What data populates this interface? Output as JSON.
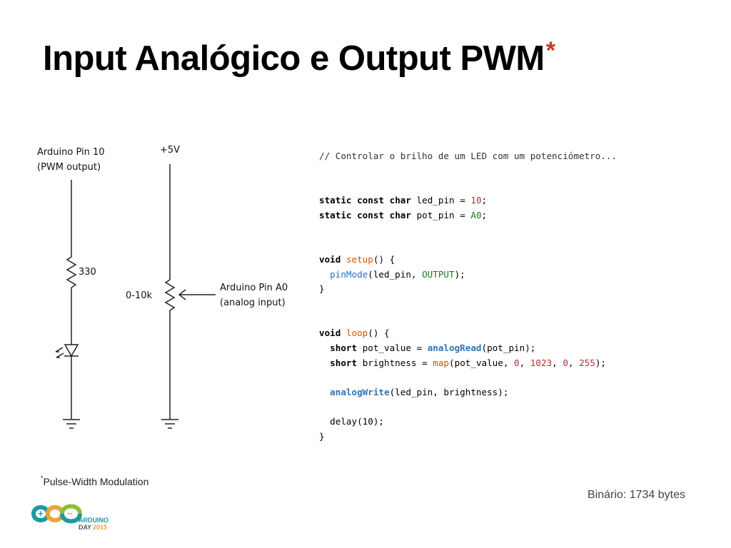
{
  "slide": {
    "title": "Input Analógico e Output PWM",
    "title_asterisk": "*",
    "footnote_mark": "*",
    "footnote": "Pulse-Width Modulation",
    "binary_size": "Binário: 1734 bytes"
  },
  "schematic": {
    "pin10_line1": "Arduino Pin 10",
    "pin10_line2": "(PWM output)",
    "resistor_label": "330",
    "supply_label": "+5V",
    "pot_label": "0-10k",
    "pinA0_line1": "Arduino Pin A0",
    "pinA0_line2": "(analog input)"
  },
  "code": {
    "comment": "// Controlar o brilho de um LED com um potenciómetro...",
    "kw_static": "static",
    "kw_const": "const",
    "kw_char": "char",
    "kw_void": "void",
    "kw_short": "short",
    "id_led_pin": "led_pin",
    "id_pot_pin": "pot_pin",
    "val_10": "10",
    "val_A0": "A0",
    "fn_setup": "setup",
    "fn_pinMode": "pinMode",
    "const_OUTPUT": "OUTPUT",
    "fn_loop": "loop",
    "id_pot_value": "pot_value",
    "fn_analogRead": "analogRead",
    "id_brightness": "brightness",
    "fn_map": "map",
    "map_arg1": "0",
    "map_arg2": "1023",
    "map_arg3": "0",
    "map_arg4": "255",
    "fn_analogWrite": "analogWrite",
    "delay_call": "delay(10);",
    "open_brace": "{",
    "close_brace": "}"
  },
  "logo": {
    "name": "arduino-day-logo",
    "line1": "ARDUINO",
    "line2": "DAY",
    "year": "2015",
    "colors": {
      "teal": "#1a9aa0",
      "orange": "#e8a33d",
      "green": "#8cbf3f"
    }
  },
  "colors": {
    "title_asterisk": "#c0392b",
    "function_orange": "#d35400",
    "function_blue": "#2e75b6",
    "number": "#aa3333",
    "constant": "#1a7a1a"
  }
}
